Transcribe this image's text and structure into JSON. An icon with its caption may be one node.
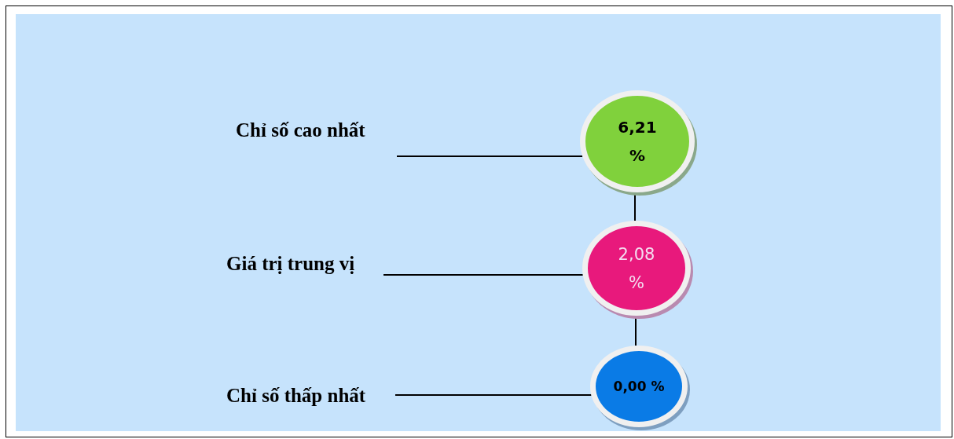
{
  "diagram": {
    "nodes": [
      {
        "text": [
          "Chỉ số cao nhất"
        ]
      },
      {
        "text": [
          "6,21 %"
        ]
      },
      {
        "text": [
          "Giá trị trung vị"
        ]
      },
      {
        "text": [
          "2,08 %"
        ]
      },
      {
        "text": [
          "Chỉ số thấp nhất"
        ]
      },
      {
        "text": [
          "0,00 %"
        ]
      }
    ],
    "edges": [
      {
        "from": 0,
        "to": 1,
        "arrow": "none"
      },
      {
        "from": 1,
        "to": 3,
        "arrow": "none"
      },
      {
        "from": 2,
        "to": 3,
        "arrow": "none"
      },
      {
        "from": 3,
        "to": 5,
        "arrow": "none"
      },
      {
        "from": 4,
        "to": 5,
        "arrow": "none"
      }
    ]
  }
}
